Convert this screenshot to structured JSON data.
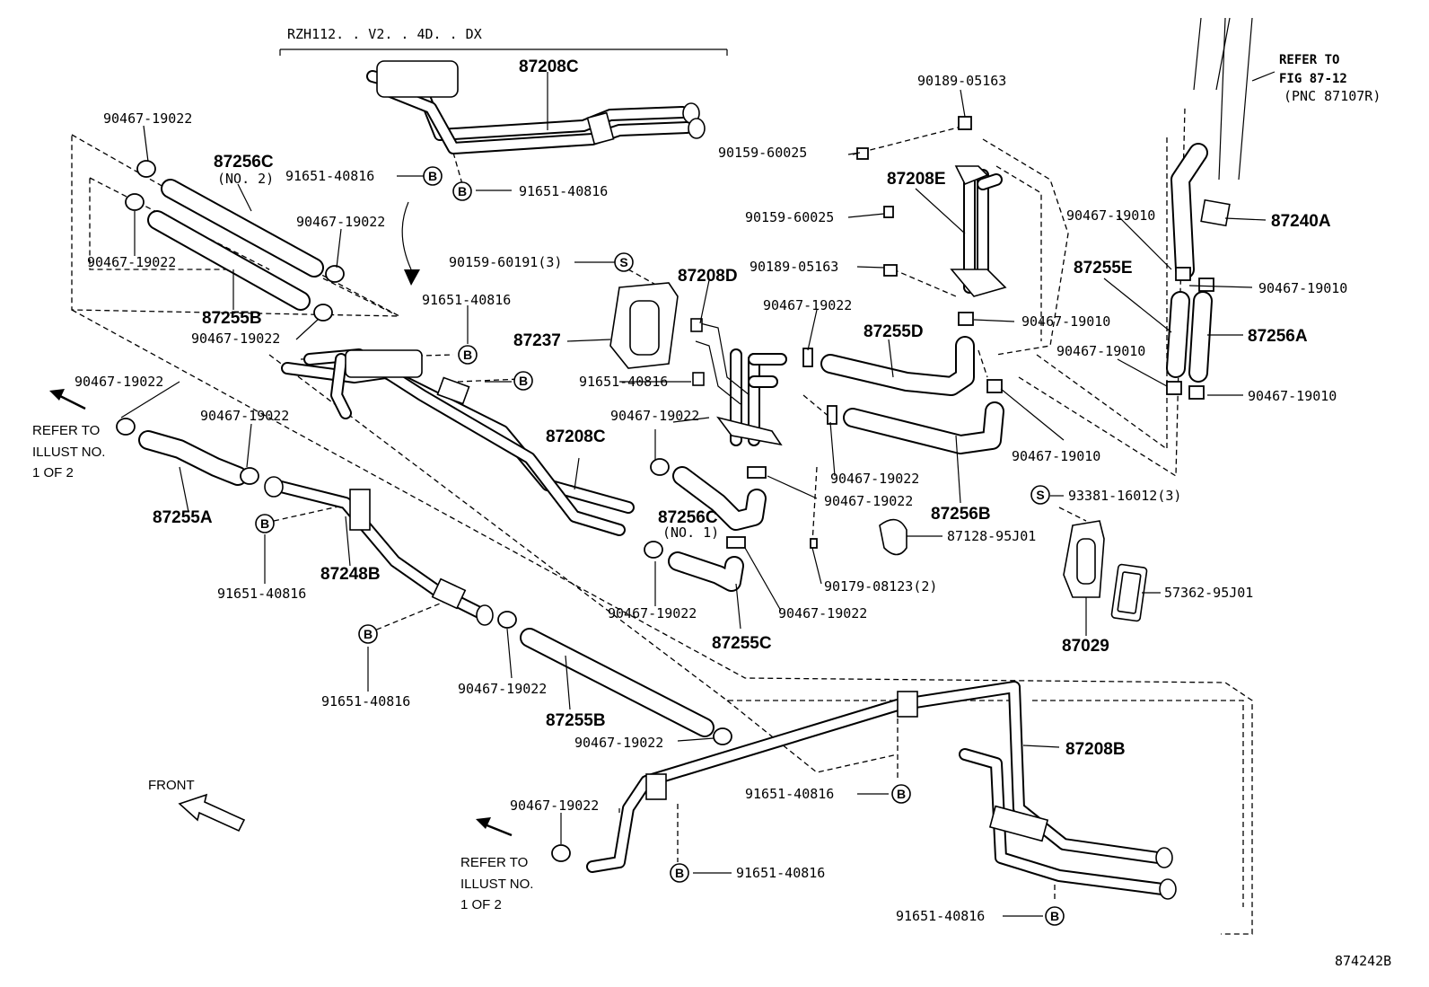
{
  "labels": {
    "variant": "RZH112. . V2. . 4D. . DX",
    "p87208C_top": "87208C",
    "p87208C_mid": "87208C",
    "p87208B": "87208B",
    "p87208D": "87208D",
    "p87208E": "87208E",
    "p87256C_top": "87256C",
    "p87256C_top_sub": "(NO. 2)",
    "p87256C_mid": "87256C",
    "p87256C_mid_sub": "(NO. 1)",
    "p87255A": "87255A",
    "p87255B_top": "87255B",
    "p87255B_bot": "87255B",
    "p87255C": "87255C",
    "p87255D": "87255D",
    "p87255E": "87255E",
    "p87256A": "87256A",
    "p87256B": "87256B",
    "p87248B": "87248B",
    "p87237": "87237",
    "p87240A": "87240A",
    "p87029": "87029",
    "c9046719022_a": "90467-19022",
    "c9046719022_b": "90467-19022",
    "c9046719022_c": "90467-19022",
    "c9046719022_d": "90467-19022",
    "c9046719022_e": "90467-19022",
    "c9046719022_f": "90467-19022",
    "c9046719022_g": "90467-19022",
    "c9046719022_h": "90467-19022",
    "c9046719022_i": "90467-19022",
    "c9046719022_j": "90467-19022",
    "c9046719022_k": "90467-19022",
    "c9046719022_l": "90467-19022",
    "c9046719022_m": "90467-19022",
    "c9046719022_n": "90467-19022",
    "c9046719022_o": "90467-19022",
    "c9046719010_a": "90467-19010",
    "c9046719010_b": "90467-19010",
    "c9046719010_c": "90467-19010",
    "c9046719010_d": "90467-19010",
    "c9046719010_e": "90467-19010",
    "c9046719010_f": "90467-19010",
    "b9165140816_a": "91651-40816",
    "b9165140816_b": "91651-40816",
    "b9165140816_c": "91651-40816",
    "b9165140816_d": "91651-40816",
    "b9165140816_e": "91651-40816",
    "b9165140816_f": "91651-40816",
    "b9165140816_g": "91651-40816",
    "b9165140816_h": "91651-40816",
    "b9165140816_i": "91651-40816",
    "s9018905163_a": "90189-05163",
    "s9018905163_b": "90189-05163",
    "s9015960025_a": "90159-60025",
    "s9015960025_b": "90159-60025",
    "s9015960191": "90159-60191(3)",
    "s9017908123": "90179-08123(2)",
    "s9338116012": "93381-16012(3)",
    "p8712895J01": "87128-95J01",
    "p5736295J01": "57362-95J01",
    "refer_to_left_1": "REFER TO",
    "refer_to_left_2": "ILLUST NO.",
    "refer_to_left_3": "1 OF 2",
    "refer_to_bot_1": "REFER TO",
    "refer_to_bot_2": "ILLUST NO.",
    "refer_to_bot_3": "1 OF 2",
    "refer_fig_1": "REFER TO",
    "refer_fig_2": "FIG 87-12",
    "refer_fig_3": "(PNC 87107R)",
    "front": "FRONT",
    "figure_id": "874242B",
    "badge_b": "B",
    "badge_s": "S"
  }
}
